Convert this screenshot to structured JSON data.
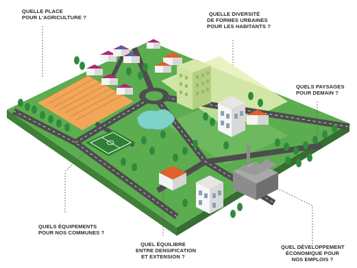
{
  "questions": {
    "agriculture": [
      "QUELLE PLACE",
      "POUR L'AGRICULTURE ?"
    ],
    "urban_forms": [
      "QUELLE DIVERSITÉ",
      "DE FORMES URBAINES",
      "POUR LES HABITANTS ?"
    ],
    "landscapes": [
      "QUELS PAYSAGES",
      "POUR DEMAIN ?"
    ],
    "equipment": [
      "QUELS ÉQUIPEMENTS",
      "POUR NOS COMMUNES ?"
    ],
    "balance": [
      "QUEL ÉQUILIBRE",
      "ENTRE DENSIFICATION",
      "ET EXTENSION ?"
    ],
    "economy": [
      "QUEL DÉVELOPPEMENT",
      "ÉCONOMIQUE POUR",
      "NOS EMPLOIS ?"
    ]
  },
  "colors": {
    "grass": "#5cad4f",
    "grass_edge": "#3f7f38",
    "road": "#4d4d4d",
    "field": "#f2a65a",
    "pond": "#7fd3c8",
    "roof": "#e0612b",
    "roof_purple": "#b0286f",
    "solar": "#3a6fb8",
    "tree": "#2f8b3c",
    "highlight": "#e6f0b6",
    "text": "#2a2a2a"
  }
}
